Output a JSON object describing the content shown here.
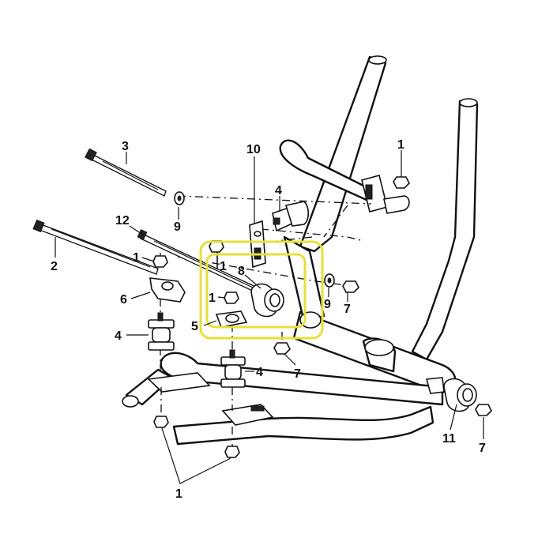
{
  "diagram": {
    "callouts": [
      {
        "id": "callout-3",
        "text": "3"
      },
      {
        "id": "callout-10",
        "text": "10"
      },
      {
        "id": "callout-4-top",
        "text": "4"
      },
      {
        "id": "callout-1-top-right",
        "text": "1"
      },
      {
        "id": "callout-12",
        "text": "12"
      },
      {
        "id": "callout-9-left",
        "text": "9"
      },
      {
        "id": "callout-2",
        "text": "2"
      },
      {
        "id": "callout-1-left",
        "text": "1"
      },
      {
        "id": "callout-1-inner",
        "text": "1"
      },
      {
        "id": "callout-8",
        "text": "8"
      },
      {
        "id": "callout-6",
        "text": "6"
      },
      {
        "id": "callout-1-mid",
        "text": "1"
      },
      {
        "id": "callout-9-right",
        "text": "9"
      },
      {
        "id": "callout-7-right",
        "text": "7"
      },
      {
        "id": "callout-4-left",
        "text": "4"
      },
      {
        "id": "callout-5",
        "text": "5"
      },
      {
        "id": "callout-4-bottom",
        "text": "4"
      },
      {
        "id": "callout-7-mid",
        "text": "7"
      },
      {
        "id": "callout-11",
        "text": "11"
      },
      {
        "id": "callout-7-bottom",
        "text": "7"
      },
      {
        "id": "callout-1-bottom",
        "text": "1"
      }
    ],
    "colors": {
      "line": "#111111",
      "background": "#ffffff",
      "highlight": "#e6e03a"
    }
  }
}
